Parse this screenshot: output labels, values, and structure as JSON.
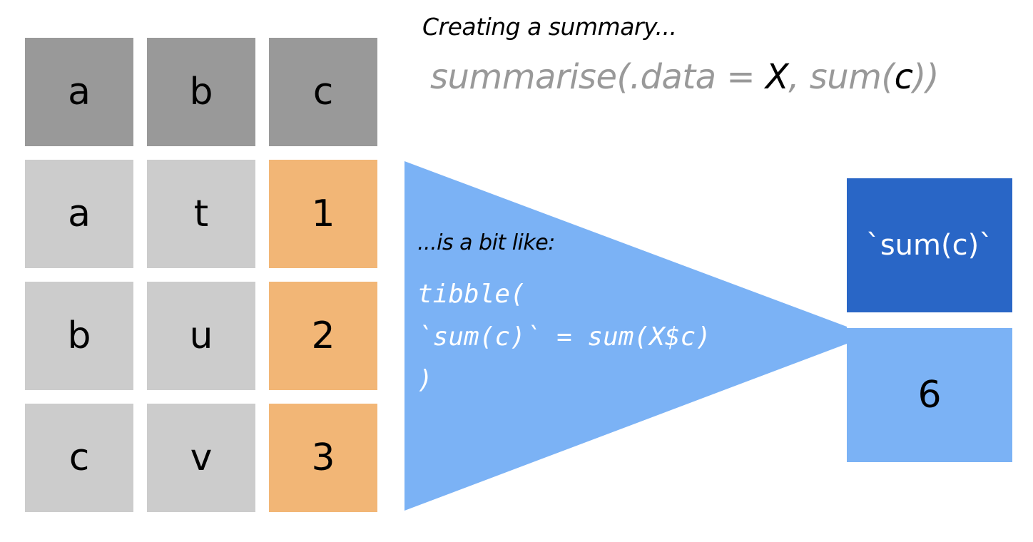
{
  "caption": "Creating a summary...",
  "code": {
    "prefix": "summarise(.data = ",
    "data_arg": "X",
    "mid": ", sum(",
    "col_arg": "c",
    "suffix": "))"
  },
  "table": {
    "headers": [
      "a",
      "b",
      "c"
    ],
    "rows": [
      [
        "a",
        "t",
        "1"
      ],
      [
        "b",
        "u",
        "2"
      ],
      [
        "c",
        "v",
        "3"
      ]
    ]
  },
  "explanation": {
    "label": "...is a bit like:",
    "code_lines": [
      "tibble(",
      "`sum(c)` = sum(X$c)",
      ")"
    ]
  },
  "result": {
    "header": "`sum(c)`",
    "value": "6"
  },
  "colors": {
    "header_cell": "#999999",
    "value_cell": "#cccccc",
    "summarised_column": "#f2b676",
    "funnel": "#7bb2f5",
    "result_header": "#2966c6",
    "result_value": "#7bb2f5"
  }
}
